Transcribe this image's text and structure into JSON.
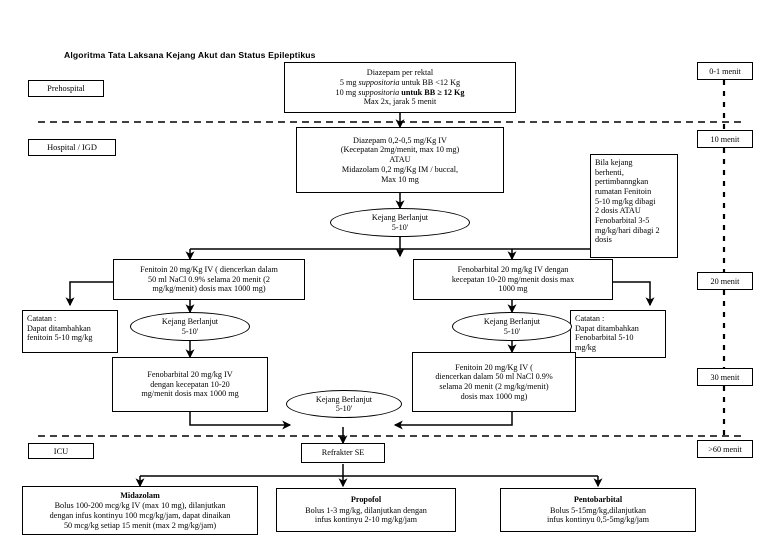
{
  "title": "Algoritma Tata Laksana Kejang Akut dan Status Epileptikus",
  "stages": [
    {
      "name": "prehospital",
      "label": "Prehospital"
    },
    {
      "name": "hospital-igd",
      "label": "Hospital / IGD"
    },
    {
      "name": "icu",
      "label": "ICU"
    }
  ],
  "timeline": [
    {
      "name": "t-0-1",
      "label": "0-1 menit"
    },
    {
      "name": "t-10",
      "label": "10 menit"
    },
    {
      "name": "t-20",
      "label": "20 menit"
    },
    {
      "name": "t-30",
      "label": "30 menit"
    },
    {
      "name": "t-60",
      "label": ">60 menit"
    }
  ],
  "nodes": {
    "diazepam_rektal": {
      "l1": "Diazepam per rektal",
      "l2a": "5 mg ",
      "l2b": "suppositoria",
      "l2c": " untuk BB <12 Kg",
      "l3a": "10 mg ",
      "l3b": "suppositoria",
      "l3c": " untuk BB ≥ 12 Kg",
      "l4": "Max 2x, jarak 5 menit"
    },
    "diazepam_iv": {
      "l1": "Diazepam 0,2-0,5 mg/Kg IV",
      "l2": "(Kecepatan 2mg/menit, max 10 mg)",
      "l3": "ATAU",
      "l4": "Midazolam 0,2 mg/Kg IM / buccal,",
      "l5": "Max 10 mg"
    },
    "kejang1": {
      "l1": "Kejang Berlanjut",
      "l2": "5-10'"
    },
    "fenitoin_left": {
      "l1": "Fenitoin 20 mg/Kg IV  ( diencerkan dalam",
      "l2": "50 ml NaCl 0.9% selama 20 menit (2",
      "l3": "mg/kg/menit) dosis max 1000 mg)"
    },
    "fenobarbital_right": {
      "l1": "Fenobarbital 20 mg/kg IV dengan",
      "l2": "kecepatan 10-20 mg/menit dosis max",
      "l3": "1000 mg"
    },
    "note_rumatan": {
      "l1": "Bila kejang",
      "l2": "berhenti,",
      "l3": "pertimbanngkan",
      "l4": "rumatan Fenitoin",
      "l5": "5-10 mg/kg dibagi",
      "l6": "2 dosis ATAU",
      "l7": "Fenobarbital 3-5",
      "l8": "mg/kg/hari dibagi 2",
      "l9": "dosis"
    },
    "catatan_left": {
      "l1": "Catatan :",
      "l2": "Dapat ditambahkan",
      "l3": "fenitoin 5-10 mg/kg"
    },
    "catatan_right": {
      "l1": "Catatan :",
      "l2": "Dapat ditambahkan",
      "l3": "Fenobarbital 5-10",
      "l4": "mg/kg"
    },
    "kejang2": {
      "l1": "Kejang Berlanjut",
      "l2": "5-10'"
    },
    "kejang3": {
      "l1": "Kejang Berlanjut",
      "l2": "5-10'"
    },
    "fenobarbital_left": {
      "l1": "Fenobarbital 20 mg/kg IV",
      "l2": "dengan kecepatan 10-20",
      "l3": "mg/menit dosis max 1000 mg"
    },
    "fenitoin_right": {
      "l1": "Fenitoin 20 mg/Kg IV          (",
      "l2": "diencerkan dalam 50 ml NaCl 0.9%",
      "l3": "selama 20 menit (2 mg/kg/menit)",
      "l4": "dosis max 1000 mg)"
    },
    "kejang4": {
      "l1": "Kejang Berlanjut",
      "l2": "5-10'"
    },
    "refrakter": {
      "l1": "Refrakter SE"
    },
    "midazolam": {
      "head": "Midazolam",
      "l1": "Bolus 100-200 mcg/kg IV (max 10 mg), dilanjutkan",
      "l2": "dengan infus kontinyu 100 mcg/kg/jam, dapat dinaikan",
      "l3": "50 mcg/kg setiap 15 menit (max 2 mg/kg/jam)"
    },
    "propofol": {
      "head": "Propofol",
      "l1": "Bolus 1-3 mg/kg, dilanjutkan dengan",
      "l2": "infus kontinyu 2-10 mg/kg/jam"
    },
    "pentobarbital": {
      "head": "Pentobarbital",
      "l1": "Bolus 5-15mg/kg,dilanjutkan",
      "l2": "infus kontinyu 0,5-5mg/kg/jam"
    }
  },
  "colors": {
    "stroke": "#000000",
    "background": "#ffffff"
  }
}
